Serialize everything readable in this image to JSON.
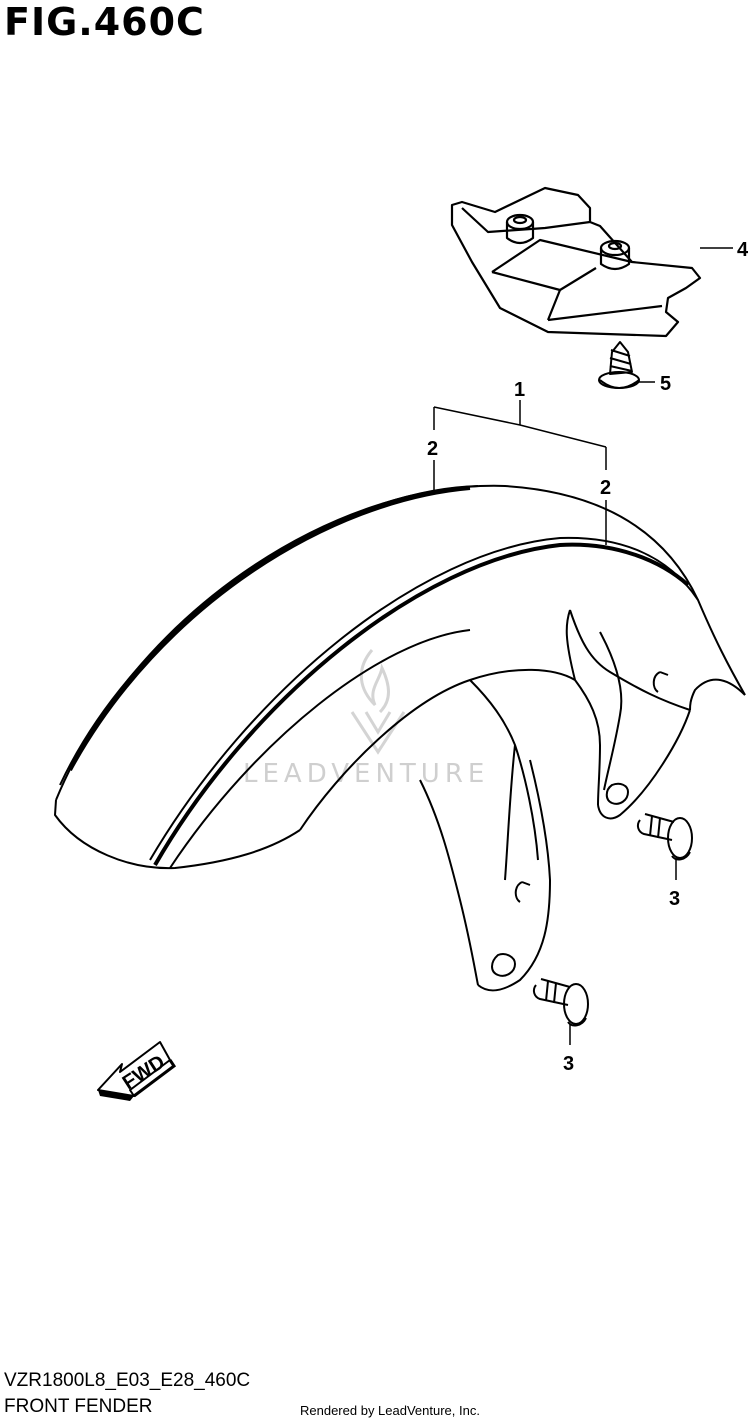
{
  "figure_title": "FIG.460C",
  "callouts": {
    "c1": "1",
    "c2a": "2",
    "c2b": "2",
    "c3a": "3",
    "c3b": "3",
    "c4": "4",
    "c5": "5"
  },
  "fwd_label": "FWD",
  "watermark": "LEADVENTURE",
  "footer": {
    "model_code": "VZR1800L8_E03_E28_460C",
    "section_name": "FRONT FENDER",
    "rendered_by": "Rendered by LeadVenture, Inc."
  }
}
